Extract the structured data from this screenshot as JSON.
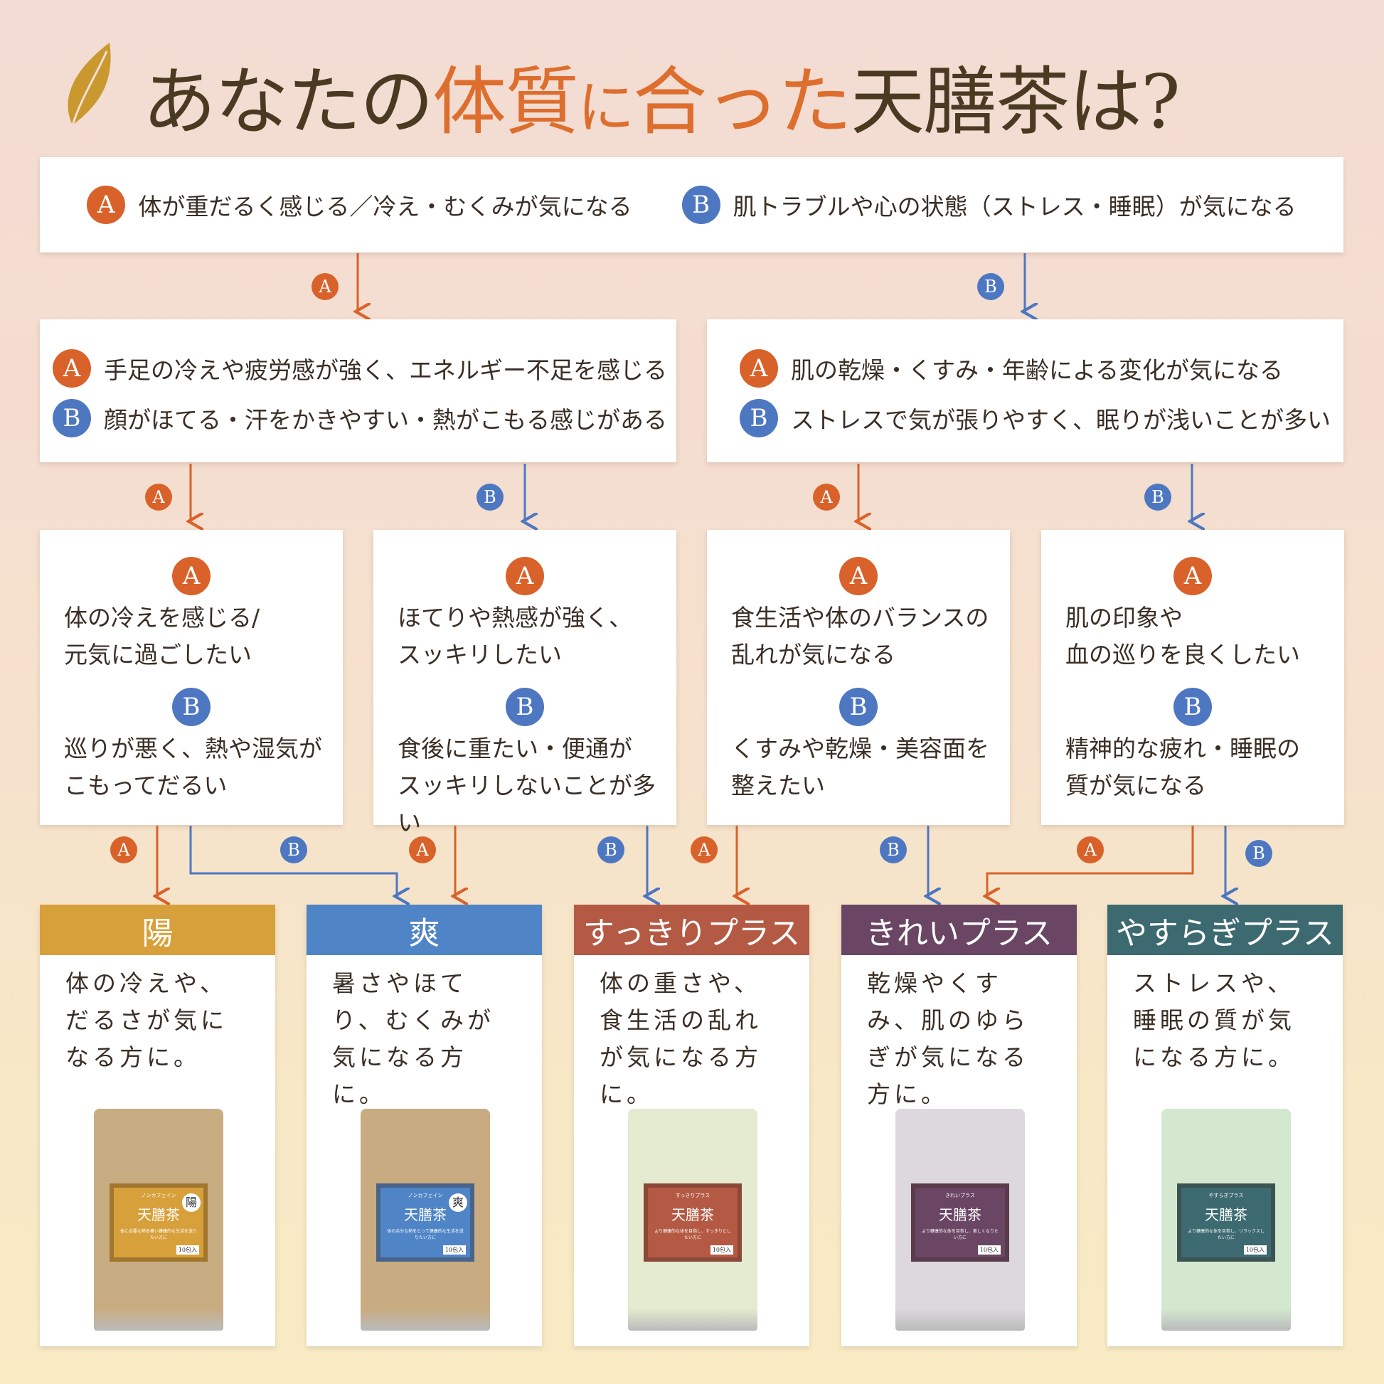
{
  "title": {
    "part1": "あなたの",
    "part2": "体質",
    "part3": "に",
    "part4": "合った",
    "part5": "天膳茶は?"
  },
  "badges": {
    "a": "A",
    "b": "B"
  },
  "q1": {
    "a": "体が重だるく感じる／冷え・むくみが気になる",
    "b": "肌トラブルや心の状態（ストレス・睡眠）が気になる"
  },
  "q2": [
    {
      "a": "手足の冷えや疲労感が強く、エネルギー不足を感じる",
      "b": "顔がほてる・汗をかきやすい・熱がこもる感じがある"
    },
    {
      "a": "肌の乾燥・くすみ・年齢による変化が気になる",
      "b": "ストレスで気が張りやすく、眠りが浅いことが多い"
    }
  ],
  "q3": [
    {
      "a1": "体の冷えを感じる/",
      "a2": "元気に過ごしたい",
      "b1": "巡りが悪く、熱や湿気が",
      "b2": "こもってだるい"
    },
    {
      "a1": "ほてりや熱感が強く、",
      "a2": "スッキリしたい",
      "b1": "食後に重たい・便通が",
      "b2": "スッキリしないことが多い"
    },
    {
      "a1": "食生活や体のバランスの",
      "a2": "乱れが気になる",
      "b1": "くすみや乾燥・美容面を",
      "b2": "整えたい"
    },
    {
      "a1": "肌の印象や",
      "a2": "血の巡りを良くしたい",
      "b1": "精神的な疲れ・睡眠の",
      "b2": "質が気になる"
    }
  ],
  "products": [
    {
      "name": "陽",
      "desc": "体の冷えや、だるさが気になる方に。",
      "color": "#d8a03a",
      "label_top": "ノンカフェイン",
      "brand": "天膳茶",
      "mark": "陽",
      "tagline": "体に必要な熱を補い健康的な生活を送りたい方に",
      "count": "10包入"
    },
    {
      "name": "爽",
      "desc": "暑さやほてり、むくみが気になる方に。",
      "color": "#4f84c6",
      "label_top": "ノンカフェイン",
      "brand": "天膳茶",
      "mark": "爽",
      "tagline": "体の余分な熱をとって健康的な生活を送りたい方に",
      "count": "10包入"
    },
    {
      "name": "すっきりプラス",
      "desc": "体の重さや、食生活の乱れが気になる方に。",
      "color": "#b45a44",
      "label_top": "すっきりプラス",
      "brand": "天膳茶",
      "mark": "",
      "tagline": "より健康的な体を目指し、すっきりとしたい方に",
      "count": "10包入"
    },
    {
      "name": "きれいプラス",
      "desc": "乾燥やくすみ、肌のゆらぎが気になる方に。",
      "color": "#6a4564",
      "label_top": "きれいプラス",
      "brand": "天膳茶",
      "mark": "",
      "tagline": "より健康的な体を目指し、美しくなりたい方に",
      "count": "10包入"
    },
    {
      "name": "やすらぎプラス",
      "desc": "ストレスや、睡眠の質が気になる方に。",
      "color": "#3c6a70",
      "label_top": "やすらぎプラス",
      "brand": "天膳茶",
      "mark": "",
      "tagline": "より健康的な体を目指し、リラックスしたい方に",
      "count": "10包入"
    }
  ],
  "colors": {
    "a": "#d9622a",
    "b": "#4e77c2"
  }
}
